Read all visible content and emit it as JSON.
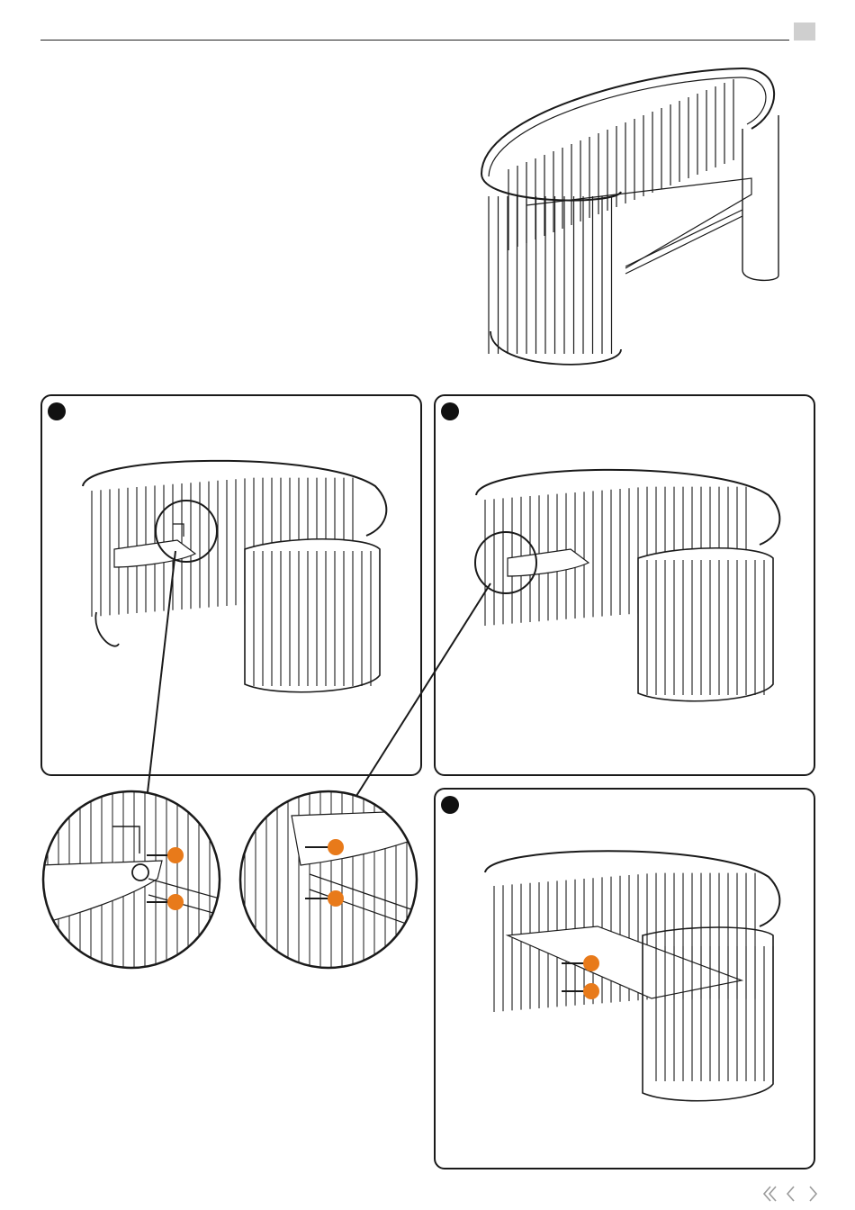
{
  "page": {
    "tab_color": "#cfcfcf",
    "accent_color": "#e87a1a",
    "line_color": "#1a1a1a"
  },
  "hero": {
    "illustration": "assembled-oval-crib"
  },
  "steps": [
    {
      "panel": "step-1",
      "illustration": "attach-first-base-plate"
    },
    {
      "panel": "step-2",
      "illustration": "attach-base-plate-other-end"
    },
    {
      "panel": "step-3",
      "illustration": "attach-center-plate"
    }
  ],
  "details": [
    {
      "illustration": "detail-screw-and-barrel-nut-1"
    },
    {
      "illustration": "detail-screw-and-barrel-nut-2"
    }
  ],
  "nav": {
    "icons": [
      "first-page-icon",
      "previous-page-icon",
      "next-page-icon"
    ]
  }
}
